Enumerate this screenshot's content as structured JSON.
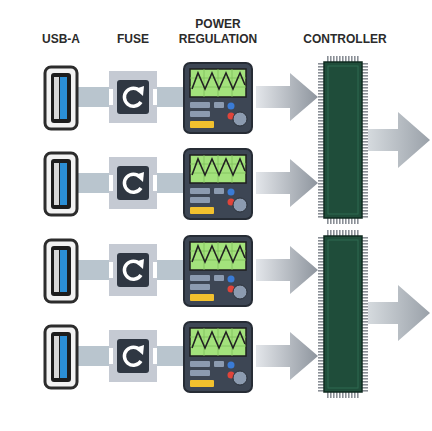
{
  "diagram": {
    "labels": [
      "USB-A",
      "FUSE",
      "POWER REGULATION",
      "CONTROLLER"
    ]
  }
}
